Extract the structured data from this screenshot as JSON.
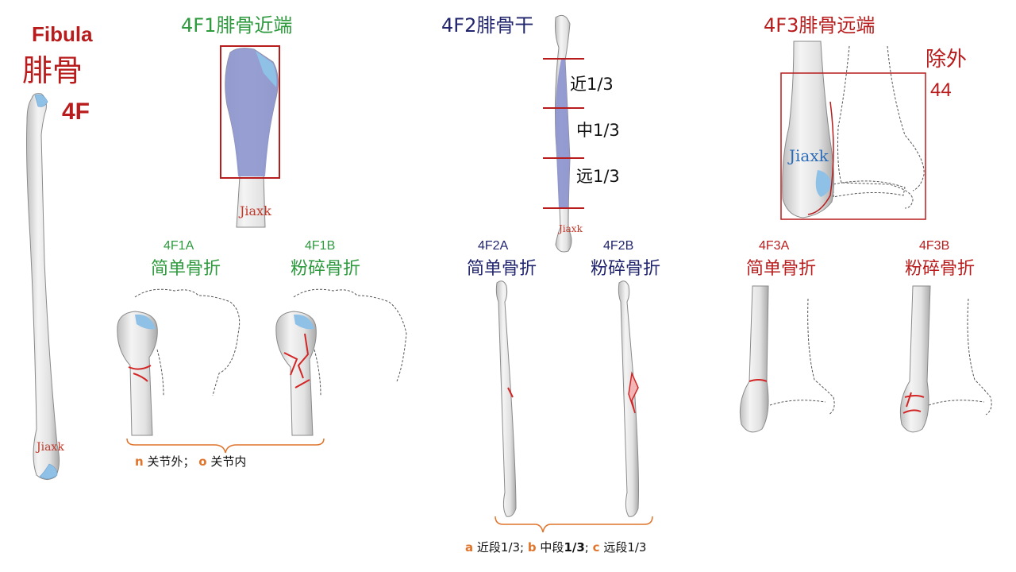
{
  "main": {
    "title_en": "Fibula",
    "title_cn": "腓骨",
    "title_code": "4F"
  },
  "section_f1": {
    "title": "4F1腓骨近端",
    "sub_a_code": "4F1A",
    "sub_a_label": "简单骨折",
    "sub_b_code": "4F1B",
    "sub_b_label": "粉碎骨折",
    "legend_n_key": "n",
    "legend_n_text": "关节外；",
    "legend_o_key": "o",
    "legend_o_text": "关节内"
  },
  "section_f2": {
    "title": "4F2腓骨干",
    "seg_prox": "近1/3",
    "seg_mid": "中1/3",
    "seg_dist": "远1/3",
    "sub_a_code": "4F2A",
    "sub_a_label": "简单骨折",
    "sub_b_code": "4F2B",
    "sub_b_label": "粉碎骨折",
    "legend_a_key": "a",
    "legend_a_text": "近段1/3;",
    "legend_b_key": "b",
    "legend_b_text1": "中段",
    "legend_b_text2": "1/3",
    "legend_b_sep": ";",
    "legend_c_key": "c",
    "legend_c_text": "远段1/3"
  },
  "section_f3": {
    "title": "4F3腓骨远端",
    "exclude_label": "除外",
    "exclude_code": "44",
    "sub_a_code": "4F3A",
    "sub_a_label": "简单骨折",
    "sub_b_code": "4F3B",
    "sub_b_label": "粉碎骨折"
  },
  "watermark": "Jiaxk",
  "colors": {
    "red": "#b81c1c",
    "green": "#2e9a3e",
    "navy": "#21256e",
    "orange": "#e0742a",
    "bone": "#e4e4e4",
    "cartilage": "#8fc0e6",
    "region": "#8f97cf"
  }
}
